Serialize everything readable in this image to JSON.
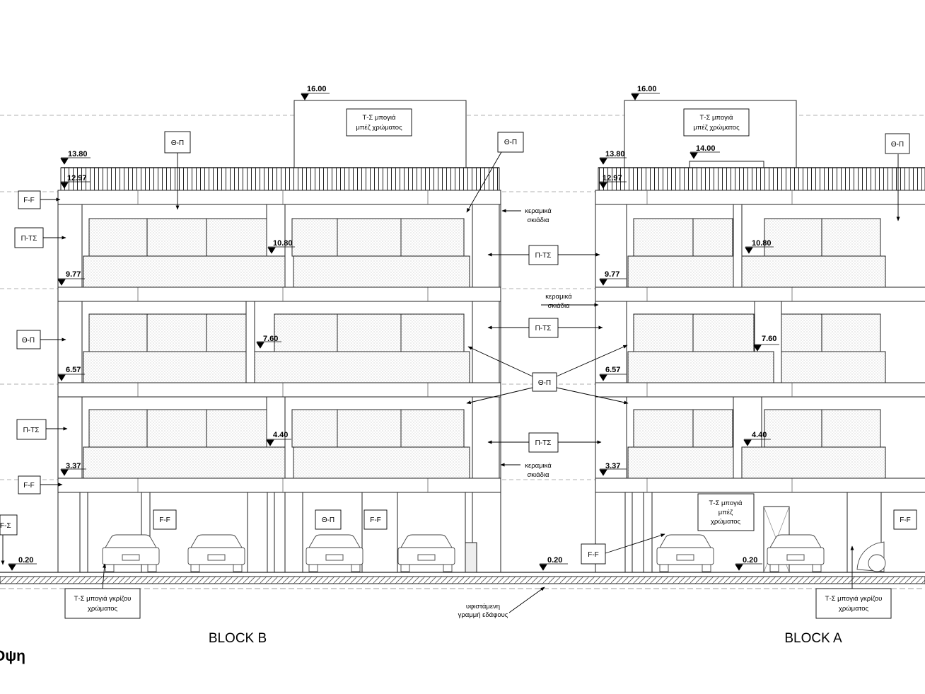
{
  "title": "Όψη",
  "blocks": {
    "b": "BLOCK B",
    "a": "BLOCK A"
  },
  "levels": {
    "top": "16.00",
    "parapet": "13.80",
    "roof": "12.97",
    "stair": "14.00",
    "balcony3": "10.80",
    "floor3": "9.77",
    "balcony2": "7.60",
    "floor2": "6.57",
    "balcony1": "4.40",
    "floor1": "3.37",
    "ground": "0.20"
  },
  "tags": {
    "ff": "F-F",
    "ptc": "Π-ΤΣ",
    "thp": "Θ-Π",
    "fs_partial": "F-Σ"
  },
  "notes": {
    "beige_line1": "Τ-Σ μπογιά",
    "beige_line2": "μπέζ χρώματος",
    "beige3_line1": "Τ-Σ μπογιά",
    "beige3_line2": "μπέζ",
    "beige3_line3": "χρώματος",
    "grey_line1": "Τ-Σ μπογιά γκρίζου",
    "grey_line2": "χρώματος",
    "tiles_line1": "κεραμικά",
    "tiles_line2": "σκιάδια",
    "ground_line1": "υφιστάμενη",
    "ground_line2": "γραμμή εδάφους"
  }
}
